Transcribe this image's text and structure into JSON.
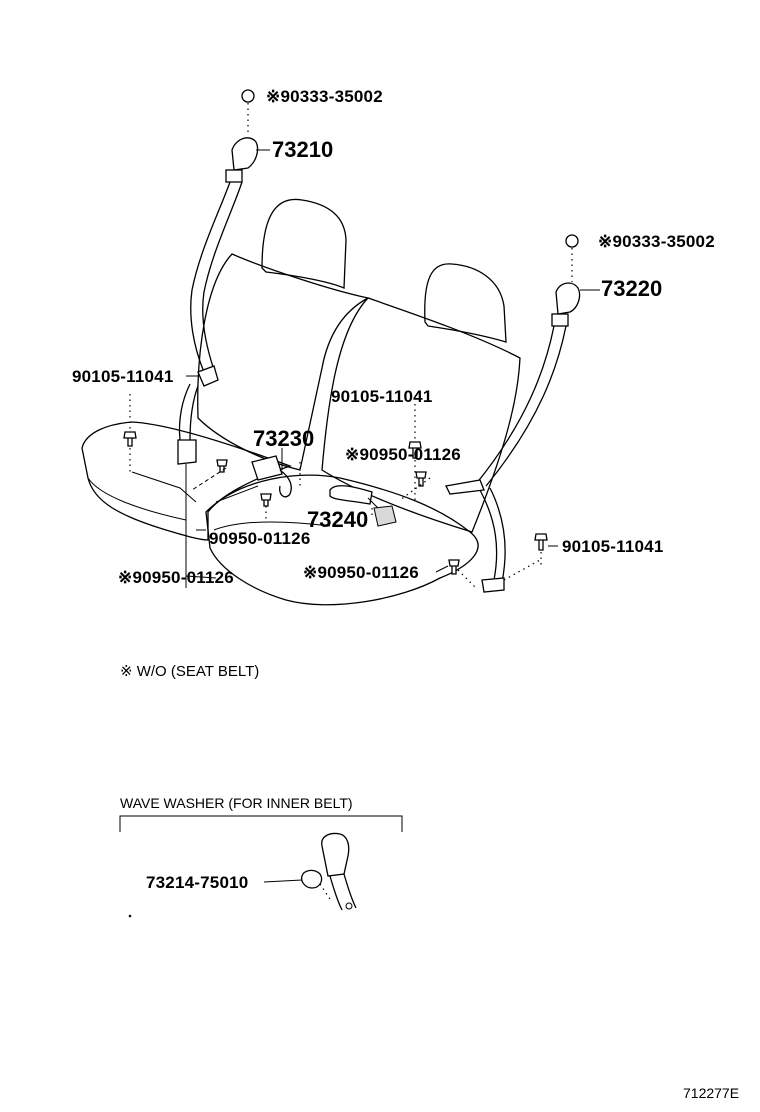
{
  "labels": {
    "top_left_bolt": "※90333-35002",
    "upper_belt_left": "73210",
    "top_right_bolt": "※90333-35002",
    "upper_belt_right": "73220",
    "bolt_left_upper": "90105-11041",
    "buckle_left": "73230",
    "bolt_center": "90105-11041",
    "bolt_center_washer": "※90950-01126",
    "buckle_center": "73240",
    "washer_mid": "90950-01126",
    "washer_left_lower": "※90950-01126",
    "washer_center_lower": "※90950-01126",
    "bolt_right": "90105-11041",
    "wave_washer_part": "73214-75010"
  },
  "notes": {
    "legend": "※ W/O (SEAT BELT)",
    "wave_washer_title": "WAVE WASHER (FOR INNER BELT)",
    "figure_code": "712277E"
  }
}
